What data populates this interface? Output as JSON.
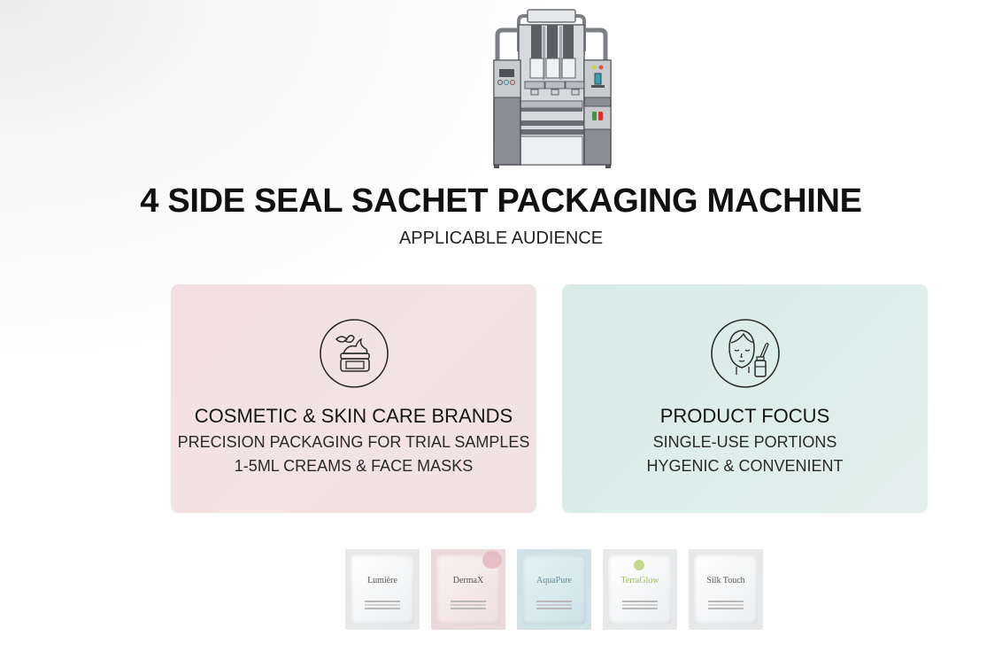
{
  "header": {
    "title": "4 SIDE SEAL SACHET PACKAGING MACHINE",
    "subtitle": "APPLICABLE AUDIENCE"
  },
  "machine": {
    "icon": "packaging-machine-illustration",
    "indicator_colors": [
      "#c8d24a",
      "#e05252",
      "#3a9a3a",
      "#d83030"
    ],
    "body_color": "#8a8e92",
    "panel_color": "#c8cbce"
  },
  "cards": [
    {
      "icon": "cream-jar-leaf-icon",
      "heading": "COSMETIC & SKIN CARE BRANDS",
      "line1": "PRECISION PACKAGING FOR TRIAL SAMPLES",
      "line2": "1-5ML CREAMS & FACE MASKS",
      "bg_color": "#f3e0e0"
    },
    {
      "icon": "face-serum-dropper-icon",
      "heading": "PRODUCT FOCUS",
      "line1": "SINGLE-USE PORTIONS",
      "line2": "HYGENIC & CONVENIENT",
      "bg_color": "#dbede9"
    }
  ],
  "sachets": [
    {
      "brand": "Lumière",
      "color": "#f2f3f5",
      "accent": "#555555"
    },
    {
      "brand": "DermaX",
      "color": "#f3e6e7",
      "accent": "#555555"
    },
    {
      "brand": "AquaPure",
      "color": "#d7eaee",
      "accent": "#6a8a95"
    },
    {
      "brand": "TerraGlow",
      "color": "#f2f3f4",
      "accent": "#9cbc55"
    },
    {
      "brand": "Silk Touch",
      "color": "#f3f4f5",
      "accent": "#555555"
    }
  ]
}
